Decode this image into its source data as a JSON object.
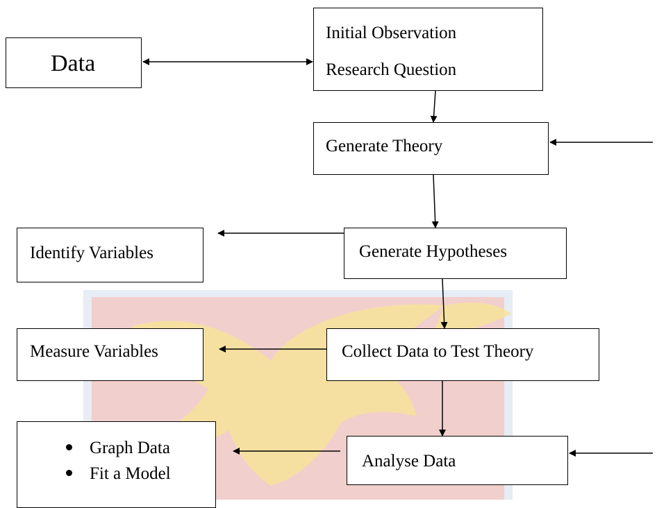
{
  "colors": {
    "watermark_red": "#f4c7c3",
    "watermark_gold": "#f6e39a",
    "watermark_blue": "#dbe6f0"
  },
  "nodes": {
    "data": "Data",
    "initial_observation": "Initial Observation",
    "research_question": "Research Question",
    "generate_theory": "Generate Theory",
    "identify_variables": "Identify Variables",
    "generate_hypotheses": "Generate Hypotheses",
    "measure_variables": "Measure Variables",
    "collect_data": "Collect Data to Test Theory",
    "analyse_data": "Analyse Data",
    "analysis_items": [
      "Graph Data",
      "Fit a Model"
    ]
  }
}
